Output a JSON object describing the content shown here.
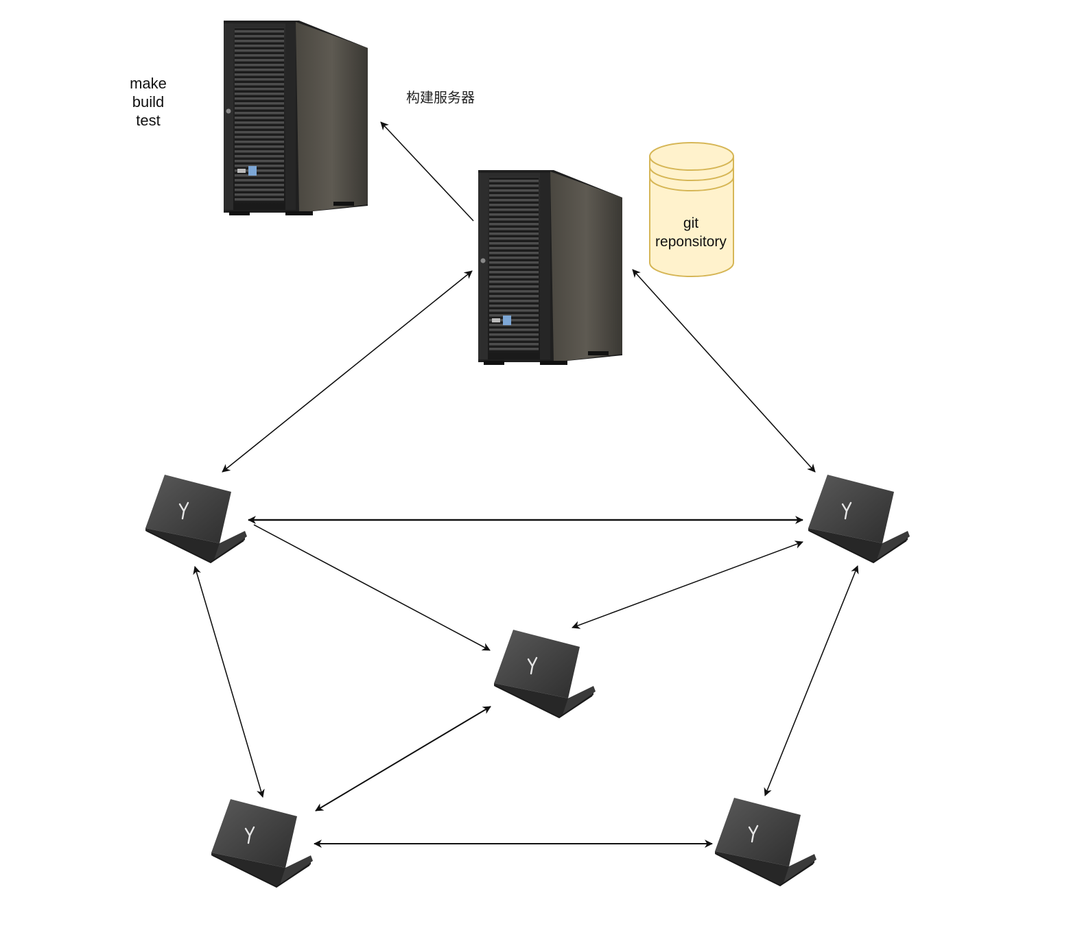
{
  "labels": {
    "build_steps": [
      "make",
      "build",
      "test"
    ],
    "build_server": "构建服务器",
    "repo_lines": [
      "git",
      "reponsitory"
    ]
  },
  "colors": {
    "background": "#ffffff",
    "arrow": "#111111",
    "cylinder_fill": "#fff2cc",
    "cylinder_stroke": "#d6b656",
    "server_body": "#2a2a2a",
    "laptop_body": "#3c3c3c"
  },
  "nodes": [
    {
      "id": "build-server",
      "kind": "server"
    },
    {
      "id": "central-server",
      "kind": "server"
    },
    {
      "id": "git-repository",
      "kind": "database"
    },
    {
      "id": "laptop-1",
      "kind": "laptop"
    },
    {
      "id": "laptop-2",
      "kind": "laptop"
    },
    {
      "id": "laptop-3",
      "kind": "laptop"
    },
    {
      "id": "laptop-4",
      "kind": "laptop"
    },
    {
      "id": "laptop-5",
      "kind": "laptop"
    }
  ],
  "edges": [
    {
      "from": "central-server",
      "to": "build-server",
      "direction": "forward"
    },
    {
      "from": "central-server",
      "to": "laptop-1",
      "direction": "both"
    },
    {
      "from": "central-server",
      "to": "laptop-2",
      "direction": "both"
    },
    {
      "from": "laptop-1",
      "to": "laptop-2",
      "direction": "both"
    },
    {
      "from": "laptop-1",
      "to": "laptop-3",
      "direction": "forward"
    },
    {
      "from": "laptop-2",
      "to": "laptop-3",
      "direction": "both"
    },
    {
      "from": "laptop-1",
      "to": "laptop-4",
      "direction": "both"
    },
    {
      "from": "laptop-3",
      "to": "laptop-4",
      "direction": "both"
    },
    {
      "from": "laptop-2",
      "to": "laptop-5",
      "direction": "both"
    },
    {
      "from": "laptop-4",
      "to": "laptop-5",
      "direction": "both"
    }
  ]
}
